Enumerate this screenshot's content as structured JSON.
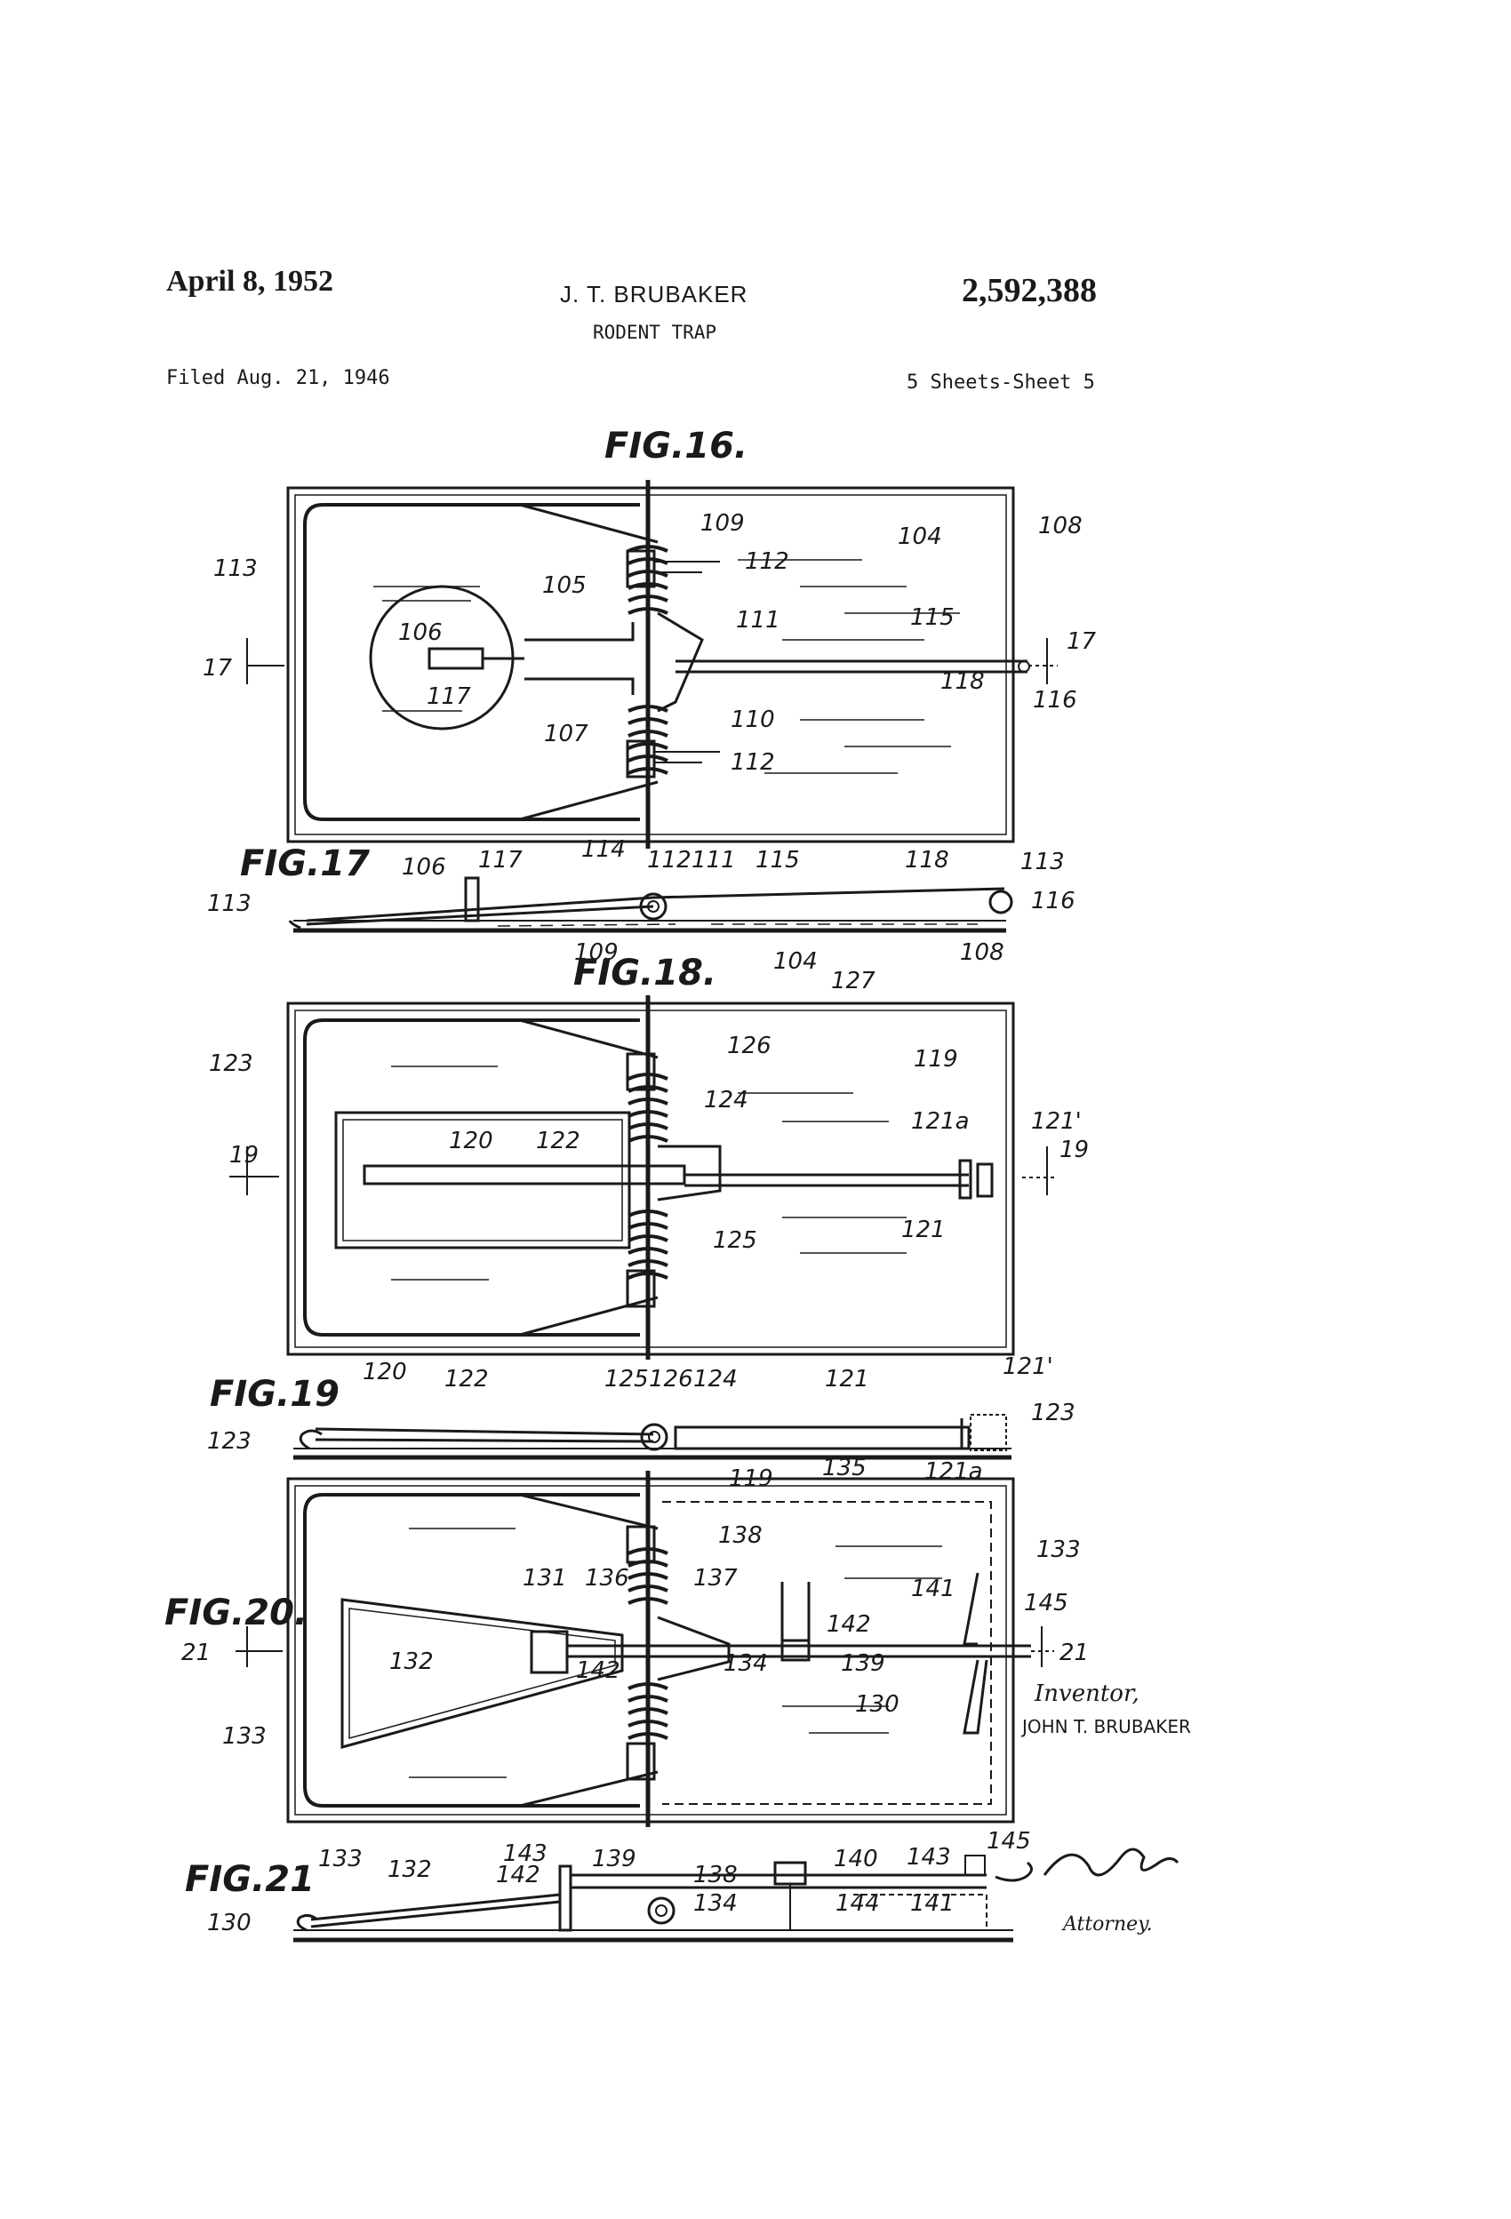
{
  "header": {
    "date": "April 8, 1952",
    "inventor": "J. T. BRUBAKER",
    "patent_number": "2,592,388",
    "title": "RODENT TRAP",
    "filed": "Filed Aug. 21, 1946",
    "sheets": "5 Sheets-Sheet 5"
  },
  "figures": {
    "fig16": "FIG.16.",
    "fig17": "FIG.17",
    "fig18": "FIG.18.",
    "fig19": "FIG.19",
    "fig20": "FIG.20.",
    "fig21": "FIG.21"
  },
  "refs": {
    "r104": "104",
    "r105": "105",
    "r106": "106",
    "r107": "107",
    "r108": "108",
    "r109": "109",
    "r110": "110",
    "r111": "111",
    "r112": "112",
    "r113": "113",
    "r114": "114",
    "r115": "115",
    "r116": "116",
    "r117": "117",
    "r118": "118",
    "r119": "119",
    "r120": "120",
    "r121": "121",
    "r121a": "121a",
    "r121p": "121'",
    "r122": "122",
    "r123": "123",
    "r124": "124",
    "r125": "125",
    "r126": "126",
    "r127": "127",
    "r130": "130",
    "r131": "131",
    "r132": "132",
    "r133": "133",
    "r134": "134",
    "r135": "135",
    "r136": "136",
    "r137": "137",
    "r138": "138",
    "r139": "139",
    "r140": "140",
    "r141": "141",
    "r142": "142",
    "r143": "143",
    "r144": "144",
    "r145": "145",
    "s17": "17",
    "s19": "19",
    "s21": "21"
  },
  "signature": {
    "inventor_label": "Inventor,",
    "inventor_name": "JOHN T. BRUBAKER",
    "attorney_label": "Attorney."
  }
}
